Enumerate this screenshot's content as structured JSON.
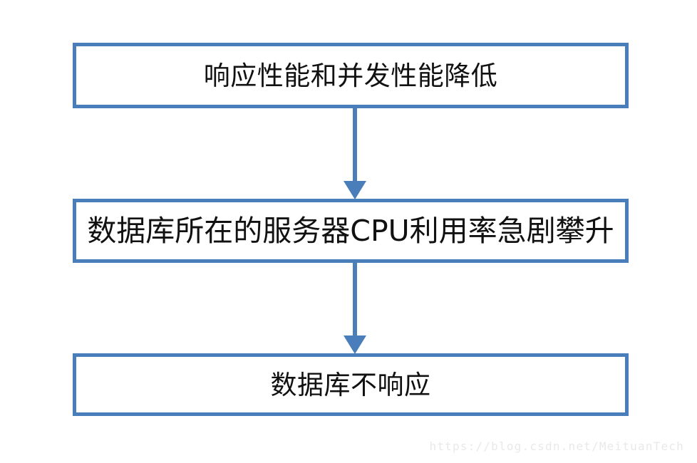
{
  "diagram": {
    "type": "flowchart",
    "orientation": "vertical-top-down",
    "background_color": "#ffffff",
    "accent_color": "#4a7ebb",
    "text_color": "#111111",
    "nodes": [
      {
        "id": "node-1",
        "label": "响应性能和并发性能降低"
      },
      {
        "id": "node-2",
        "label": "数据库所在的服务器CPU利用率急剧攀升"
      },
      {
        "id": "node-3",
        "label": "数据库不响应"
      }
    ],
    "connectors": [
      {
        "id": "arrow-1",
        "from": "node-1",
        "to": "node-2",
        "icon": "down-arrow-icon"
      },
      {
        "id": "arrow-2",
        "from": "node-2",
        "to": "node-3",
        "icon": "down-arrow-icon"
      }
    ]
  },
  "watermark": {
    "text": "https://blog.csdn.net/MeituanTech",
    "color": "#e9e9e9"
  }
}
